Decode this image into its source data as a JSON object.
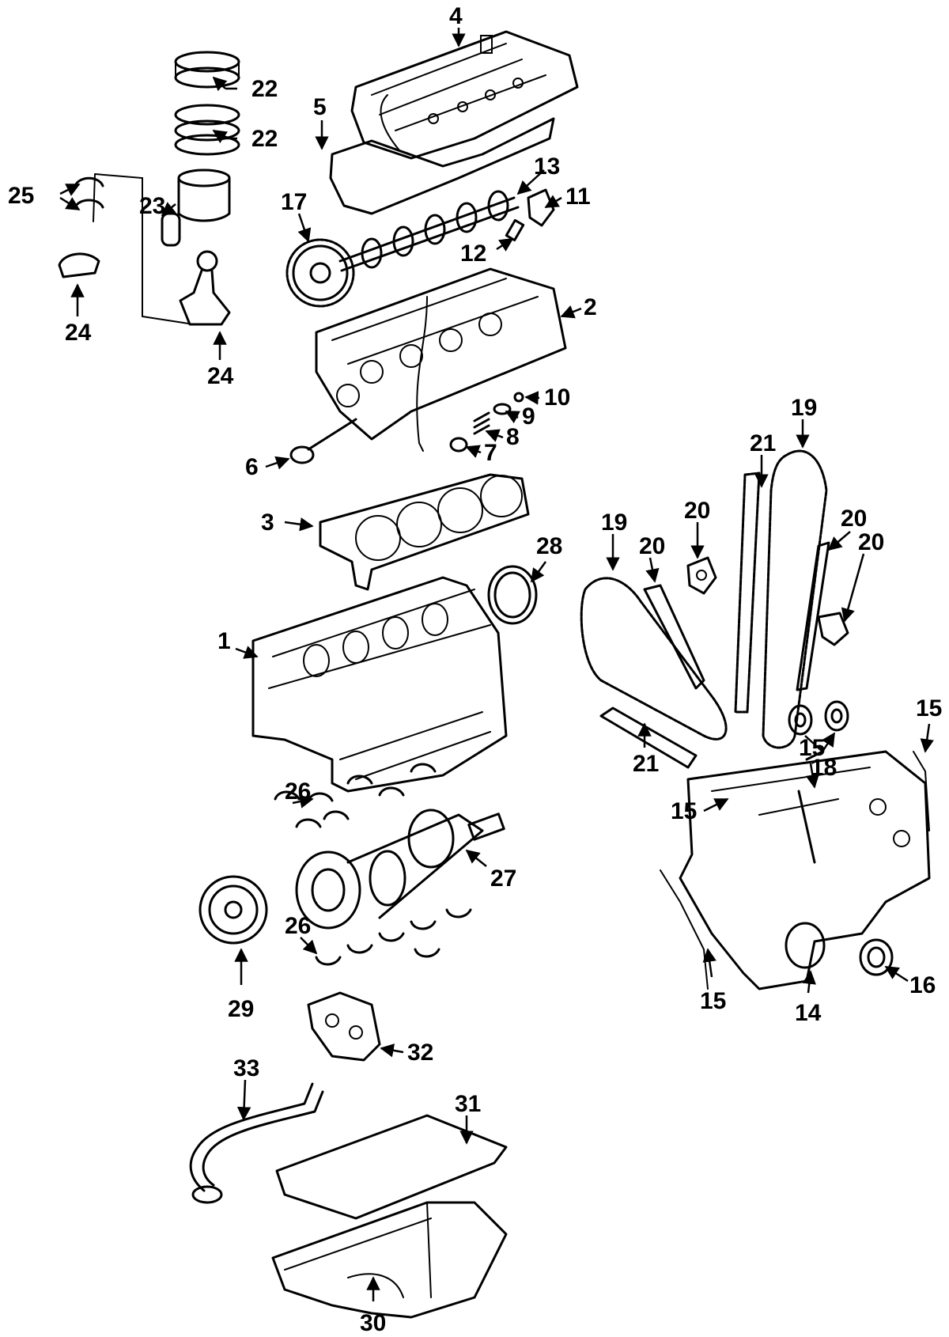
{
  "callouts": {
    "c1": "1",
    "c2": "2",
    "c3": "3",
    "c4": "4",
    "c5": "5",
    "c6": "6",
    "c7": "7",
    "c8": "8",
    "c9": "9",
    "c10": "10",
    "c11": "11",
    "c12": "12",
    "c13": "13",
    "c14": "14",
    "c15a": "15",
    "c15b": "15",
    "c15c": "15",
    "c15d": "15",
    "c16": "16",
    "c17": "17",
    "c18": "18",
    "c19a": "19",
    "c19b": "19",
    "c20a": "20",
    "c20b": "20",
    "c20c": "20",
    "c20d": "20",
    "c21a": "21",
    "c21b": "21",
    "c22a": "22",
    "c22b": "22",
    "c23": "23",
    "c24a": "24",
    "c24b": "24",
    "c25": "25",
    "c26a": "26",
    "c26b": "26",
    "c27": "27",
    "c28": "28",
    "c29": "29",
    "c30": "30",
    "c31": "31",
    "c32": "32",
    "c33": "33"
  }
}
